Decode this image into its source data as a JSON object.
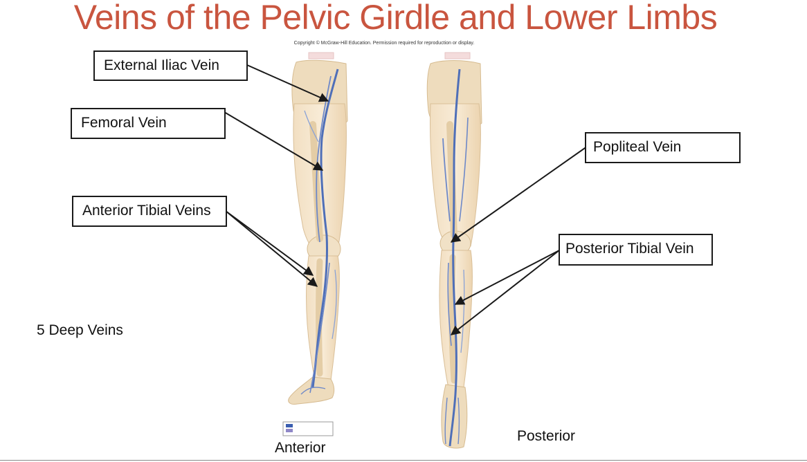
{
  "slide": {
    "title": "Veins of the Pelvic Girdle and Lower Limbs",
    "copyright": "Copyright © McGraw-Hill Education. Permission required for reproduction or display.",
    "subtitle_note": "5 Deep Veins"
  },
  "labels": {
    "external_iliac": "External Iliac Vein",
    "femoral": "Femoral Vein",
    "anterior_tibial": "Anterior Tibial Veins",
    "popliteal": "Popliteal Vein",
    "posterior_tibial": "Posterior Tibial Vein"
  },
  "views": {
    "anterior": "Anterior",
    "posterior": "Posterior"
  },
  "colors": {
    "title": "#c9553f",
    "bone": "#eedcbd",
    "bone_shade": "#dcc29a",
    "skin": "#f6e6cf",
    "vein": "#4f6fb8",
    "vein_light": "#8aa2d6",
    "leader": "#1a1a1a"
  }
}
